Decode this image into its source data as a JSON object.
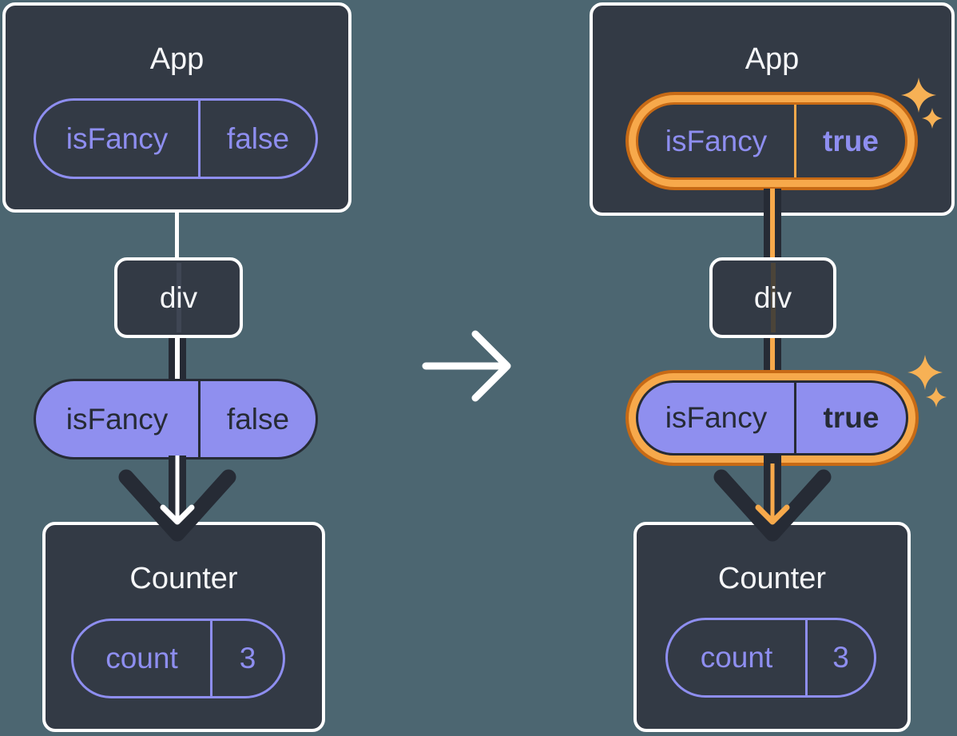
{
  "colors": {
    "background": "#4C6671",
    "card_background": "#333A45",
    "card_border": "#FFFFFF",
    "purple": "#8E8EF0",
    "purple_fill": "#8F8FEF",
    "dark_ink": "#262B35",
    "amber": "#F7A94B",
    "orange": "#C76A15",
    "sparkle": "#F7B155"
  },
  "icons": {
    "sparkle": "four-point star ✦",
    "transition_arrow": "→",
    "down_arrow": "▼ chevron arrowhead"
  },
  "left_tree": {
    "app": {
      "title": "App",
      "state": {
        "key": "isFancy",
        "value": "false"
      }
    },
    "div_node": {
      "label": "div"
    },
    "passed_prop": {
      "key": "isFancy",
      "value": "false"
    },
    "counter": {
      "title": "Counter",
      "state": {
        "key": "count",
        "value": "3"
      }
    }
  },
  "right_tree": {
    "app": {
      "title": "App",
      "state": {
        "key": "isFancy",
        "value": "true"
      }
    },
    "div_node": {
      "label": "div"
    },
    "passed_prop": {
      "key": "isFancy",
      "value": "true"
    },
    "counter": {
      "title": "Counter",
      "state": {
        "key": "count",
        "value": "3"
      }
    }
  }
}
